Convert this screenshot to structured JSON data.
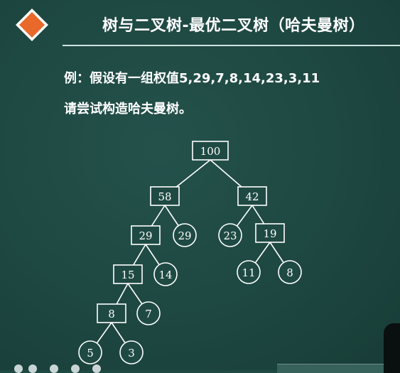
{
  "slide": {
    "title": "树与二叉树-最优二叉树（哈夫曼树）",
    "line1": "例：假设有一组权值5,29,7,8,14,23,3,11",
    "line2": "请尝试构造哈夫曼树。"
  },
  "tree": {
    "nodes": [
      {
        "id": "n100",
        "label": "100",
        "shape": "box"
      },
      {
        "id": "n58",
        "label": "58",
        "shape": "box"
      },
      {
        "id": "n42",
        "label": "42",
        "shape": "box"
      },
      {
        "id": "n29i",
        "label": "29",
        "shape": "box"
      },
      {
        "id": "n29l",
        "label": "29",
        "shape": "circle"
      },
      {
        "id": "n23",
        "label": "23",
        "shape": "circle"
      },
      {
        "id": "n19",
        "label": "19",
        "shape": "box"
      },
      {
        "id": "n15",
        "label": "15",
        "shape": "box"
      },
      {
        "id": "n14",
        "label": "14",
        "shape": "circle"
      },
      {
        "id": "n11",
        "label": "11",
        "shape": "circle"
      },
      {
        "id": "n8l",
        "label": "8",
        "shape": "circle"
      },
      {
        "id": "n8i",
        "label": "8",
        "shape": "box"
      },
      {
        "id": "n7",
        "label": "7",
        "shape": "circle"
      },
      {
        "id": "n5",
        "label": "5",
        "shape": "circle"
      },
      {
        "id": "n3",
        "label": "3",
        "shape": "circle"
      }
    ],
    "edges": [
      [
        "n100",
        "n58"
      ],
      [
        "n100",
        "n42"
      ],
      [
        "n58",
        "n29i"
      ],
      [
        "n58",
        "n29l"
      ],
      [
        "n42",
        "n23"
      ],
      [
        "n42",
        "n19"
      ],
      [
        "n29i",
        "n15"
      ],
      [
        "n29i",
        "n14"
      ],
      [
        "n19",
        "n11"
      ],
      [
        "n19",
        "n8l"
      ],
      [
        "n15",
        "n8i"
      ],
      [
        "n15",
        "n7"
      ],
      [
        "n8i",
        "n5"
      ],
      [
        "n8i",
        "n3"
      ]
    ]
  },
  "colors": {
    "background": "#1f4a44",
    "logo_orange": "#e8692a",
    "line": "#ffffff"
  }
}
